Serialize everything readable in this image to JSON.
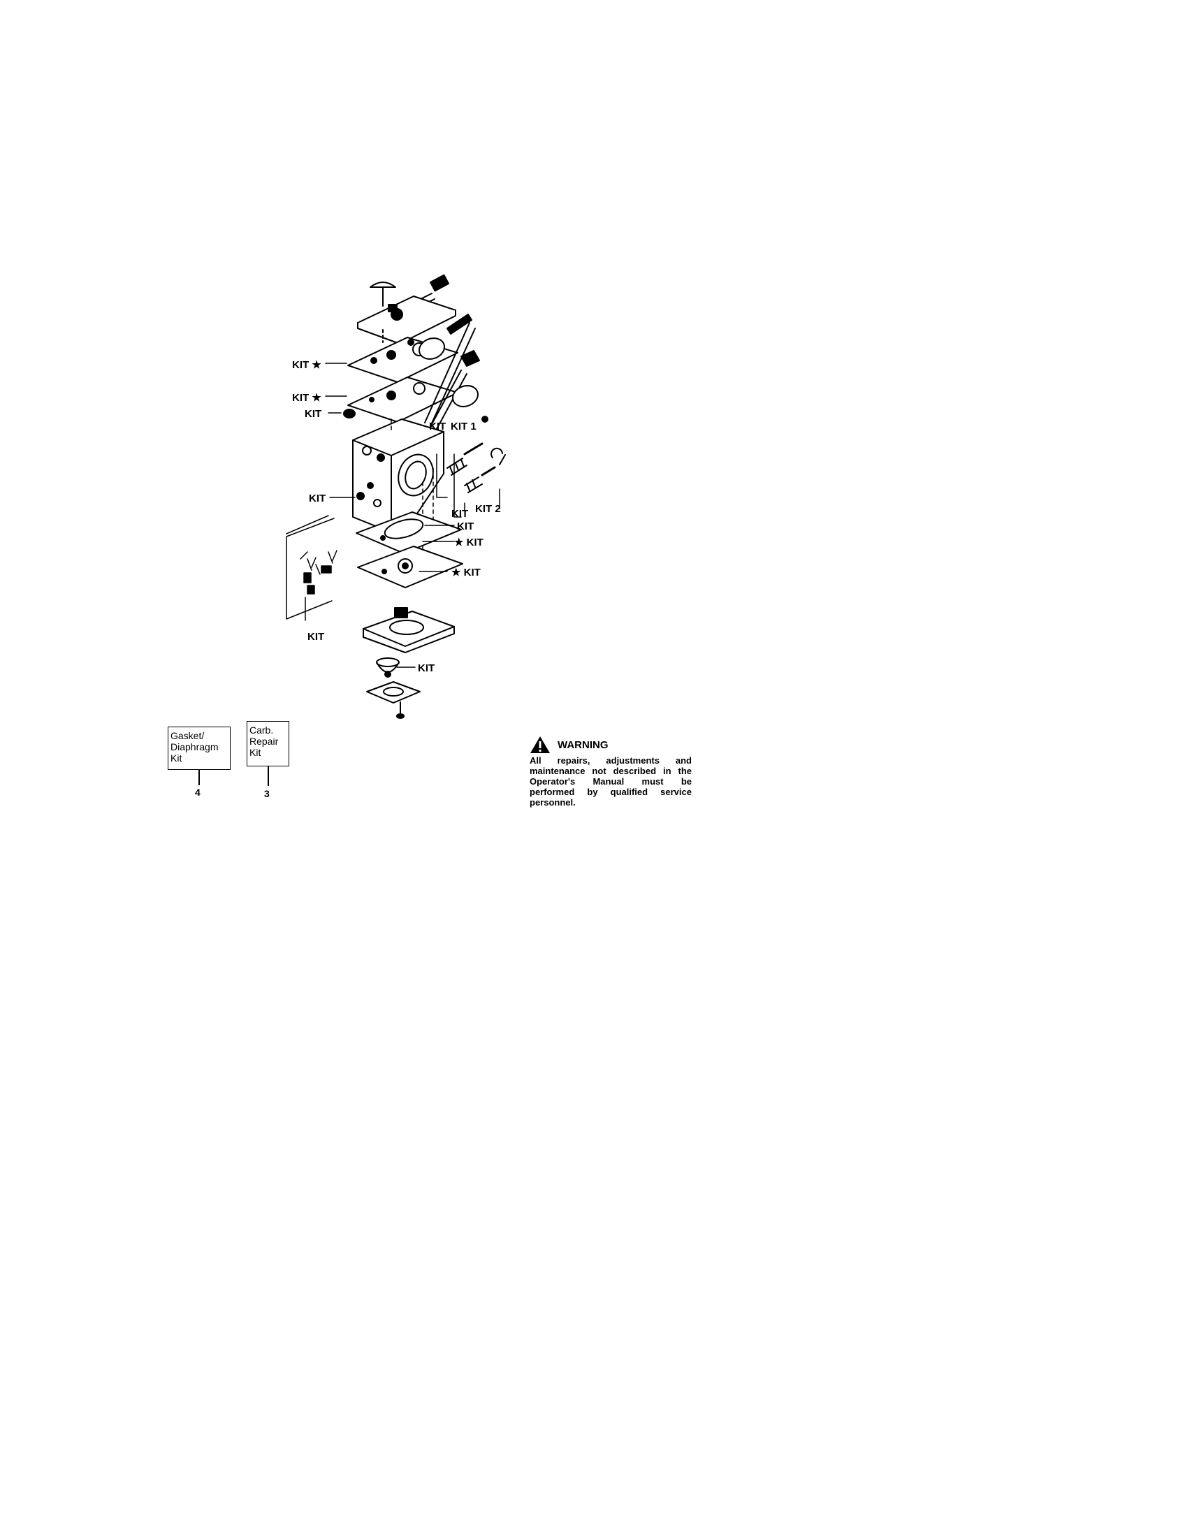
{
  "diagram": {
    "callouts": {
      "kit_top_gasket": "KIT ★",
      "kit_top_diaphragm": "KIT ★",
      "kit_plug": "KIT",
      "kit_needle_group": "KIT",
      "kit_1": "KIT 1",
      "kit_lower_left": "KIT",
      "kit_spring_a": "KIT",
      "kit_2": "KIT 2",
      "kit_ball": "KIT",
      "kit_gasket_b": "★ KIT",
      "kit_gasket_c": "★ KIT",
      "kit_bracket": "KIT",
      "kit_primer": "KIT"
    }
  },
  "kit_boxes": [
    {
      "lines": [
        "Gasket/",
        "Diaphragm",
        "Kit"
      ],
      "number": "4"
    },
    {
      "lines": [
        "Carb.",
        "Repair",
        "Kit"
      ],
      "number": "3"
    }
  ],
  "warning": {
    "title": "WARNING",
    "body": "All repairs, adjustments and maintenance not described in the Operator's Manual must be performed by qualified service personnel."
  }
}
